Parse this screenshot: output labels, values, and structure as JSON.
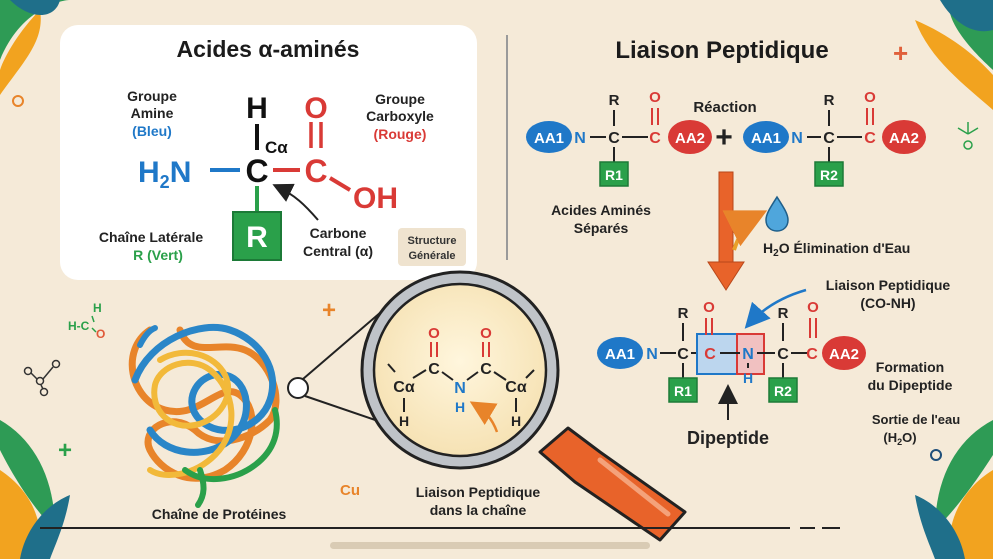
{
  "left_panel": {
    "title": "Acides α-aminés",
    "h_atom": "H",
    "ca_label": "Cα",
    "c_atom": "C",
    "carboxyl_c": "C",
    "o_atom": "O",
    "oh_group": "OH",
    "h2n_group": "H2N",
    "r_group": "R",
    "amine_label": [
      "Groupe",
      "Amine",
      "(Bleu)"
    ],
    "carboxyl_label": [
      "Groupe",
      "Carboxyle",
      "(Rouge)"
    ],
    "side_chain_label": [
      "Chaîne Latérale",
      "R (Vert)"
    ],
    "central_carbon_label": [
      "Carbone",
      "Central (α)"
    ],
    "structure_badge": [
      "Structure",
      "Générale"
    ]
  },
  "right_panel": {
    "title": "Liaison Peptidique",
    "reaction_label": "Réaction",
    "aa1": "AA1",
    "aa2": "AA2",
    "n_atom": "N",
    "c_atom": "C",
    "o_atom": "O",
    "h_atom": "H",
    "r_atom": "R",
    "r1": "R1",
    "r2": "R2",
    "plus": "+",
    "separated_label": [
      "Acides Aminés",
      "Séparés"
    ],
    "water_elimination": "H2O Élimination d'Eau",
    "peptide_bond_label": [
      "Liaison Peptidique",
      "(CO-NH)"
    ],
    "dipeptide_formation": [
      "Formation",
      "du Dipeptide"
    ],
    "water_exit": [
      "Sortie de l'eau",
      "(H2O)"
    ],
    "dipeptide_label": "Dipeptide"
  },
  "bottom": {
    "protein_chain_label": "Chaîne de Protéines",
    "zoom_label": [
      "Liaison Peptidique",
      "dans la chaîne"
    ],
    "zoom_atoms": {
      "ca": "Cα",
      "c": "C",
      "n": "N",
      "o": "O",
      "h": "H"
    },
    "copper_label": "Cu",
    "molecule_small": "H-C-O"
  },
  "colors": {
    "background": "#f5ead8",
    "amine_blue": "#1f78c8",
    "carboxyl_red": "#d93a36",
    "side_chain_green": "#2aa04a",
    "accent_orange": "#e8632a"
  }
}
